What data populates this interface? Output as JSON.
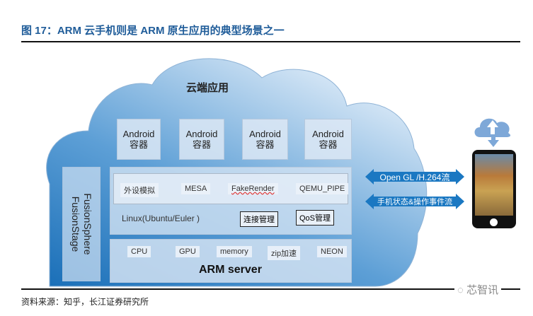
{
  "title": "图 17：ARM 云手机则是 ARM 原生应用的典型场景之一",
  "cloud_label": "云端应用",
  "android_boxes": [
    {
      "line1": "Android",
      "line2": "容器"
    },
    {
      "line1": "Android",
      "line2": "容器"
    },
    {
      "line1": "Android",
      "line2": "容器"
    },
    {
      "line1": "Android",
      "line2": "容器"
    }
  ],
  "side_panel": {
    "line1": "FusionSphere",
    "line2": "FusionStage"
  },
  "middle_row": [
    "外设模拟",
    "MESA",
    "FakeRender",
    "QEMU_PIPE"
  ],
  "os_label": "Linux(Ubuntu/Euler )",
  "os_boxes": [
    "连接管理",
    "QoS管理"
  ],
  "hardware": [
    "CPU",
    "GPU",
    "memory",
    "zip加速",
    "NEON"
  ],
  "server_label": "ARM server",
  "arrows": [
    "Open GL /H.264流",
    "手机状态&操作事件流"
  ],
  "source": "资料来源：知乎，长江证券研究所",
  "watermark": "芯智讯",
  "colors": {
    "title": "#1f5c99",
    "arrow": "#1b78c2",
    "cloud_dark": "#1a6fb8",
    "cloud_light": "#e6f0fa"
  }
}
